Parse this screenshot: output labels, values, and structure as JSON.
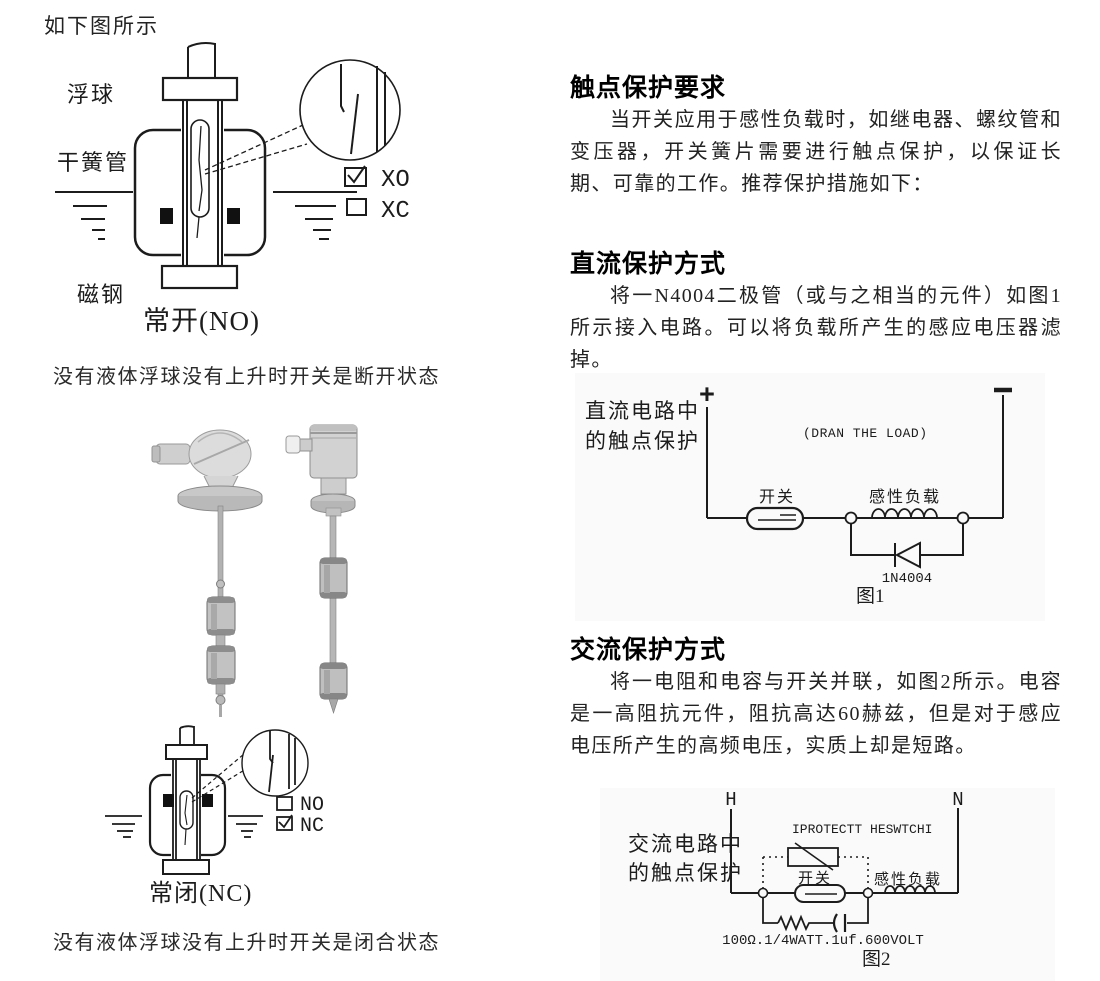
{
  "intro": "如下图所示",
  "no_diag": {
    "float_label": "浮球",
    "reed_label": "干簧管",
    "magnet_label": "磁钢",
    "legend_xo": "XO",
    "legend_xc": "XC",
    "caption": "常开(NO)"
  },
  "note_no": "没有液体浮球没有上升时开关是断开状态",
  "nc_diag": {
    "legend_no": "NO",
    "legend_nc": "NC",
    "caption": "常闭(NC)"
  },
  "note_nc": "没有液体浮球没有上升时开关是闭合状态",
  "sec_contact": {
    "title": "触点保护要求",
    "body": "当开关应用于感性负载时，如继电器、螺纹管和变压器，开关簧片需要进行触点保护，以保证长期、可靠的工作。推荐保护措施如下："
  },
  "sec_dc": {
    "title": "直流保护方式",
    "body": "将一N4004二极管（或与之相当的元件）如图1所示接入电路。可以将负载所产生的感应电压器滤掉。"
  },
  "fig1": {
    "side1": "直流电路中",
    "side2": "的触点保护",
    "plus": "+",
    "minus": "−",
    "load_note": "(DRAN THE LOAD)",
    "switch_label": "开关",
    "inductive_label": "感性负载",
    "diode_label": "1N4004",
    "caption": "图1"
  },
  "sec_ac": {
    "title": "交流保护方式",
    "body": "将一电阻和电容与开关并联，如图2所示。电容是一高阻抗元件，阻抗高达60赫兹，但是对于感应电压所产生的高频电压，实质上却是短路。"
  },
  "fig2": {
    "side1": "交流电路中",
    "side2": "的触点保护",
    "h": "H",
    "n": "N",
    "protect_note": "IPROTECTT HESWTCHI",
    "switch_label": "开关",
    "inductive_label": "感性负载",
    "rc_label": "100Ω.1/4WATT.1uf.600VOLT",
    "caption": "图2"
  }
}
